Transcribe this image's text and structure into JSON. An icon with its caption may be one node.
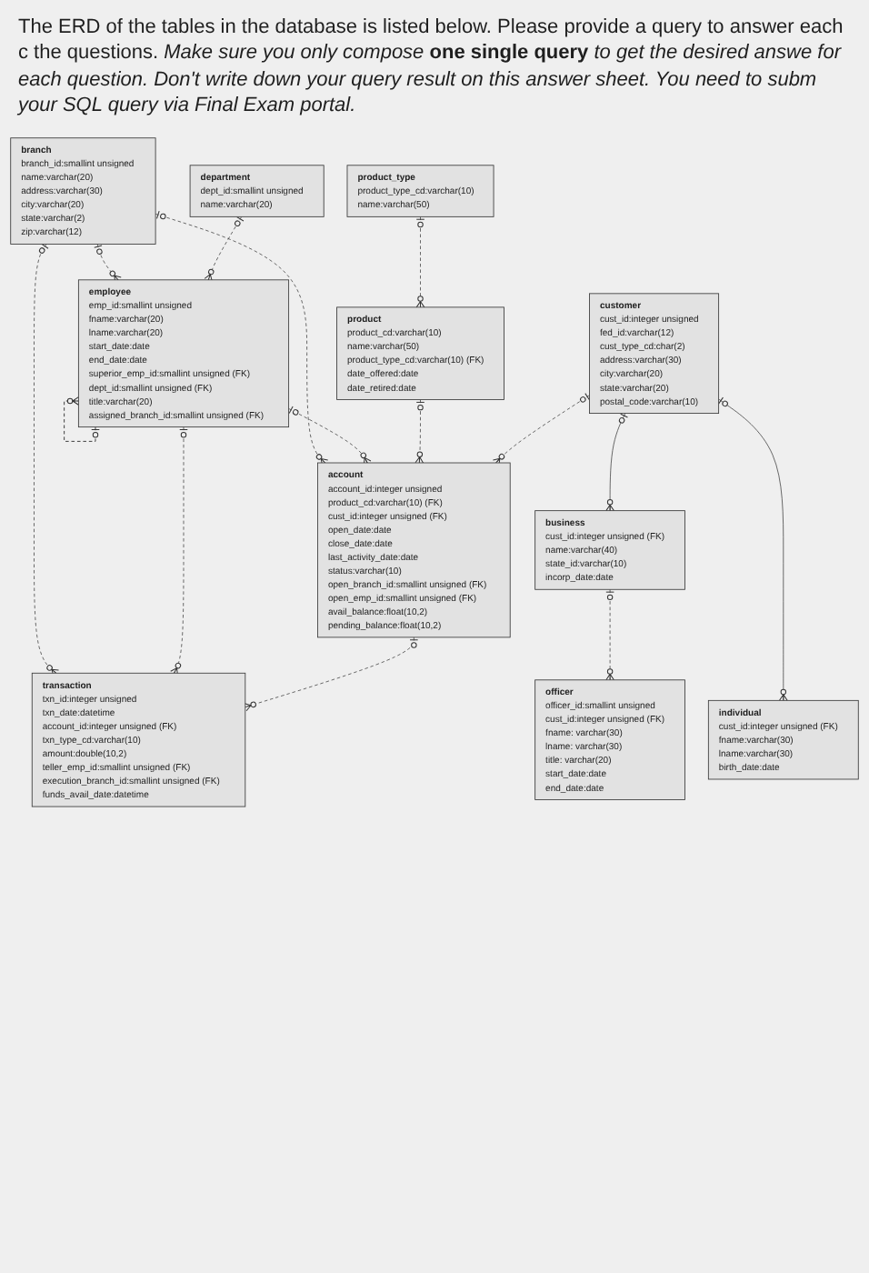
{
  "diagram": {
    "nodes": [
      {
        "text": [
          "branch",
          "branch_id:smallint unsigned",
          "name:varchar(20)",
          "address:varchar(30)",
          "city:varchar(20)",
          "state:varchar(2)",
          "zip:varchar(12)"
        ]
      },
      {
        "text": [
          "department",
          "dept_id:smallint unsigned",
          "name:varchar(20)"
        ]
      },
      {
        "text": [
          "product_type",
          "product_type_cd:varchar(10)",
          "name:varchar(50)"
        ]
      },
      {
        "text": [
          "employee",
          "emp_id:smallint unsigned",
          "fname:varchar(20)",
          "lname:varchar(20)",
          "start_date:date",
          "end_date:date",
          "superior_emp_id:smallint unsigned (FK)",
          "dept_id:smallint unsigned (FK)",
          "title:varchar(20)",
          "assigned_branch_id:smallint unsigned (FK)"
        ]
      },
      {
        "text": [
          "product",
          "product_cd:varchar(10)",
          "name:varchar(50)",
          "product_type_cd:varchar(10) (FK)",
          "date_offered:date",
          "date_retired:date"
        ]
      },
      {
        "text": [
          "account",
          "account_id:integer unsigned",
          "product_cd:varchar(10) (FK)",
          "cust_id:integer unsigned (FK)",
          "open_date:date",
          "close_date:date",
          "last_activity_date:date",
          "status:varchar(10)",
          "open_branch_id:smallint unsigned (FK)",
          "open_emp_id:smallint unsigned (FK)",
          "avail_balance:float(10,2)",
          "pending_balance:float(10,2)"
        ]
      },
      {
        "text": [
          "transaction",
          "txn_id:integer unsigned",
          "txn_date:datetime",
          "account_id:integer unsigned (FK)",
          "txn_type_cd:varchar(10)",
          "amount:double(10,2)",
          "teller_emp_id:smallint unsigned (FK)",
          "execution_branch_id:smallint unsigned (FK)",
          "funds_avail_date:datetime"
        ]
      },
      {
        "text": [
          "customer",
          "cust_id:integer unsigned",
          "fed_id:varchar(12)",
          "cust_type_cd:char(2)",
          "address:varchar(30)",
          "city:varchar(20)",
          "state:varchar(20)",
          "postal_code:varchar(10)"
        ]
      },
      {
        "text": [
          "officer",
          "officer_id:smallint unsigned",
          "cust_id:integer unsigned (FK)",
          "fname: varchar(30)",
          "lname: varchar(30)",
          "title: varchar(20)",
          "start_date:date",
          "end_date:date"
        ]
      },
      {
        "text": [
          "business",
          "cust_id:integer unsigned (FK)",
          "name:varchar(40)",
          "state_id:varchar(10)",
          "incorp_date:date"
        ]
      },
      {
        "text": [
          "individual",
          "cust_id:integer unsigned (FK)",
          "fname:varchar(30)",
          "lname:varchar(30)",
          "birth_date:date"
        ]
      }
    ],
    "edges": [
      {
        "from": 0,
        "to": 6,
        "arrow": "other",
        "style": "dashed"
      },
      {
        "from": 0,
        "to": 3,
        "arrow": "other",
        "style": "dashed"
      },
      {
        "from": 0,
        "to": 5,
        "arrow": "other",
        "style": "dashed"
      },
      {
        "from": 1,
        "to": 3,
        "arrow": "other",
        "style": "dashed"
      },
      {
        "from": 2,
        "to": 4,
        "arrow": "other",
        "style": "dashed"
      },
      {
        "from": 3,
        "to": 3,
        "arrow": "other",
        "style": "dashed"
      },
      {
        "from": 3,
        "to": 5,
        "arrow": "other",
        "style": "dashed"
      },
      {
        "from": 3,
        "to": 6,
        "arrow": "other",
        "style": "dashed"
      },
      {
        "from": 4,
        "to": 5,
        "arrow": "other",
        "style": "dashed"
      },
      {
        "from": 5,
        "to": 6,
        "arrow": "other",
        "style": "dashed"
      },
      {
        "from": 7,
        "to": 5,
        "arrow": "other",
        "style": "dashed"
      },
      {
        "from": 7,
        "to": 9,
        "arrow": "other"
      },
      {
        "from": 7,
        "to": 10,
        "arrow": "other"
      },
      {
        "from": 9,
        "to": 8,
        "arrow": "other",
        "style": "dashed"
      }
    ],
    "labels": [
      "The ERD of the tables in the database is listed below. Please provide a query to answer each c the questions. *Make sure you only compose* **one single query** *to get the desired answe for each question. Don't write down your query result on this answer sheet. You need to subm your SQL query via Final Exam portal.*"
    ]
  }
}
